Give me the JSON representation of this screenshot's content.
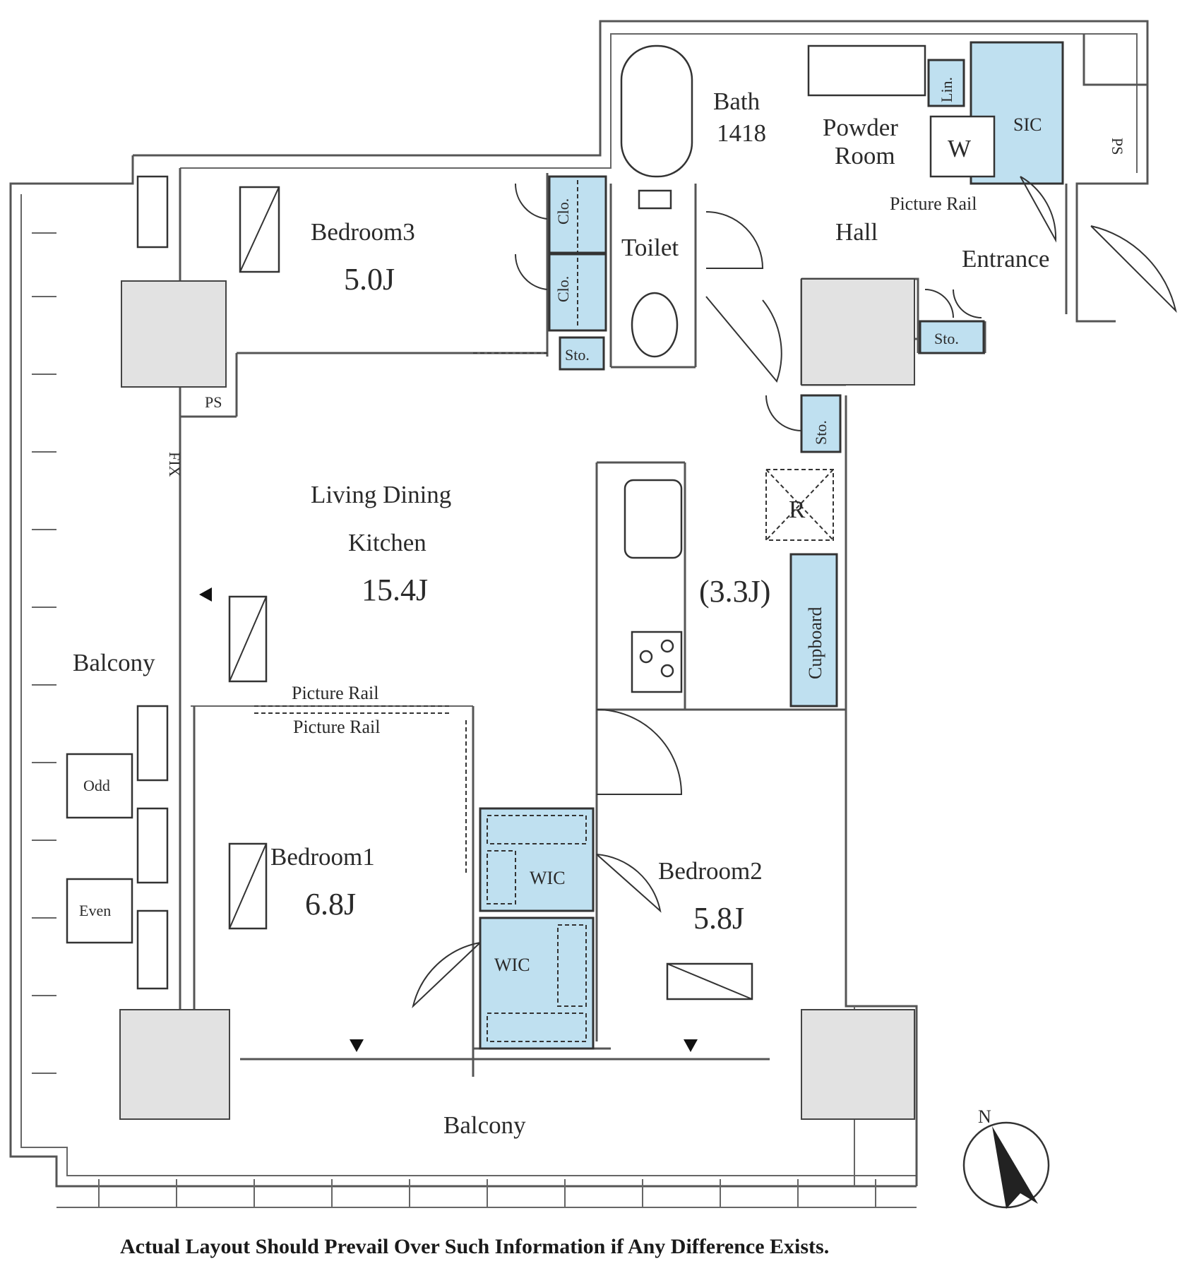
{
  "rooms": {
    "bedroom3": {
      "name": "Bedroom3",
      "area": "5.0J"
    },
    "ldk": {
      "name_line1": "Living Dining",
      "name_line2": "Kitchen",
      "area": "15.4J"
    },
    "kitchen_area": "(3.3J)",
    "bedroom1": {
      "name": "Bedroom1",
      "area": "6.8J"
    },
    "bedroom2": {
      "name": "Bedroom2",
      "area": "5.8J"
    },
    "bath": {
      "name": "Bath",
      "size": "1418"
    },
    "powder": {
      "name_line1": "Powder",
      "name_line2": "Room"
    },
    "toilet": "Toilet",
    "hall": "Hall",
    "entrance": "Entrance",
    "balcony_west": "Balcony",
    "balcony_south": "Balcony"
  },
  "storage": {
    "closet": "Clo.",
    "storage": "Sto.",
    "linen": "Lin.",
    "shoe_closet": "SIC",
    "wic": "WIC",
    "cupboard": "Cupboard",
    "washer": "W",
    "fridge": "R"
  },
  "labels": {
    "picture_rail": "Picture Rail",
    "ps": "PS",
    "fix": "FIX",
    "odd": "Odd",
    "even": "Even"
  },
  "compass": {
    "north": "N"
  },
  "footnote": "Actual Layout Should Prevail Over Such Information if Any Difference Exists.",
  "colors": {
    "storage_fill": "#bfe0f0",
    "walls": "#555555"
  }
}
